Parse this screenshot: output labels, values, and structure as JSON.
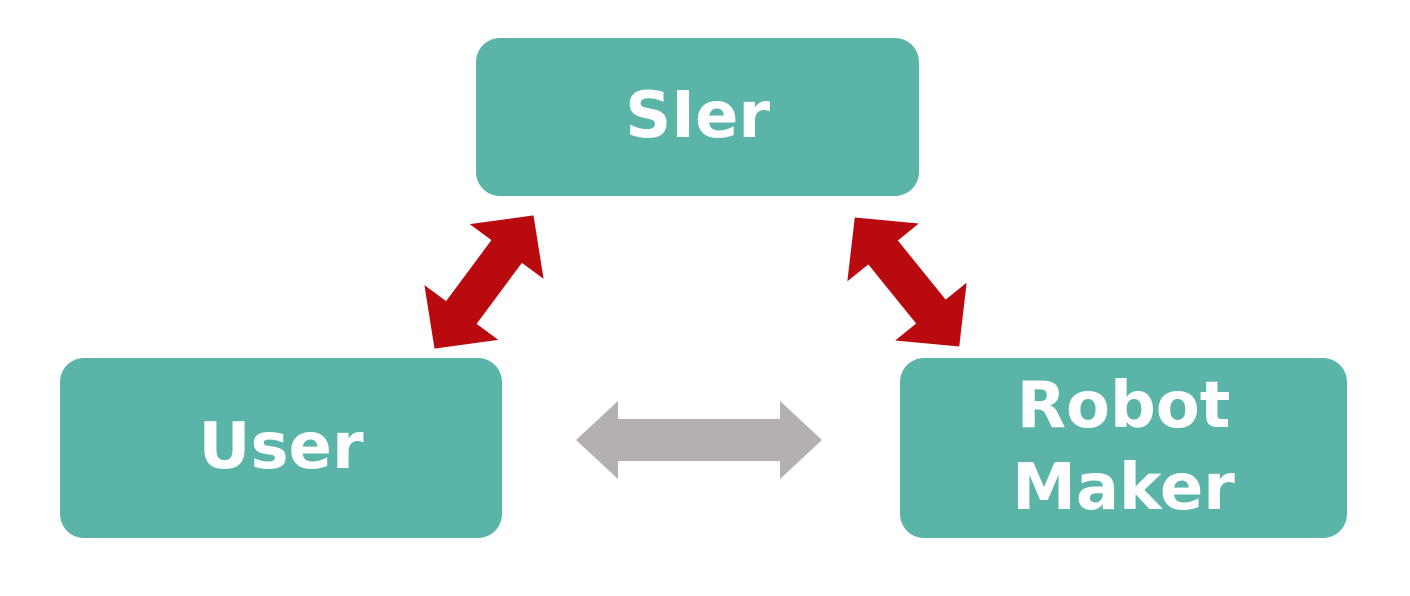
{
  "title": "User / SIer / Robot Maker relationship diagram",
  "colors": {
    "background": "#FFFFFF",
    "node_fill": "#5AB4A7",
    "node_text": "#FFFFFF",
    "red_arrow": "#B90A10",
    "gray_arrow": "#B5B0B0"
  },
  "nodes": {
    "sier": {
      "label": "SIer"
    },
    "user": {
      "label": "User"
    },
    "robot_maker": {
      "label": "Robot Maker",
      "lines": [
        "Robot",
        "Maker"
      ]
    }
  },
  "edges": [
    {
      "from": "User",
      "to": "SIer",
      "bidirectional": true,
      "style": "red-double-arrow"
    },
    {
      "from": "SIer",
      "to": "Robot Maker",
      "bidirectional": true,
      "style": "red-double-arrow"
    },
    {
      "from": "User",
      "to": "Robot Maker",
      "bidirectional": true,
      "style": "gray-double-arrow"
    }
  ]
}
